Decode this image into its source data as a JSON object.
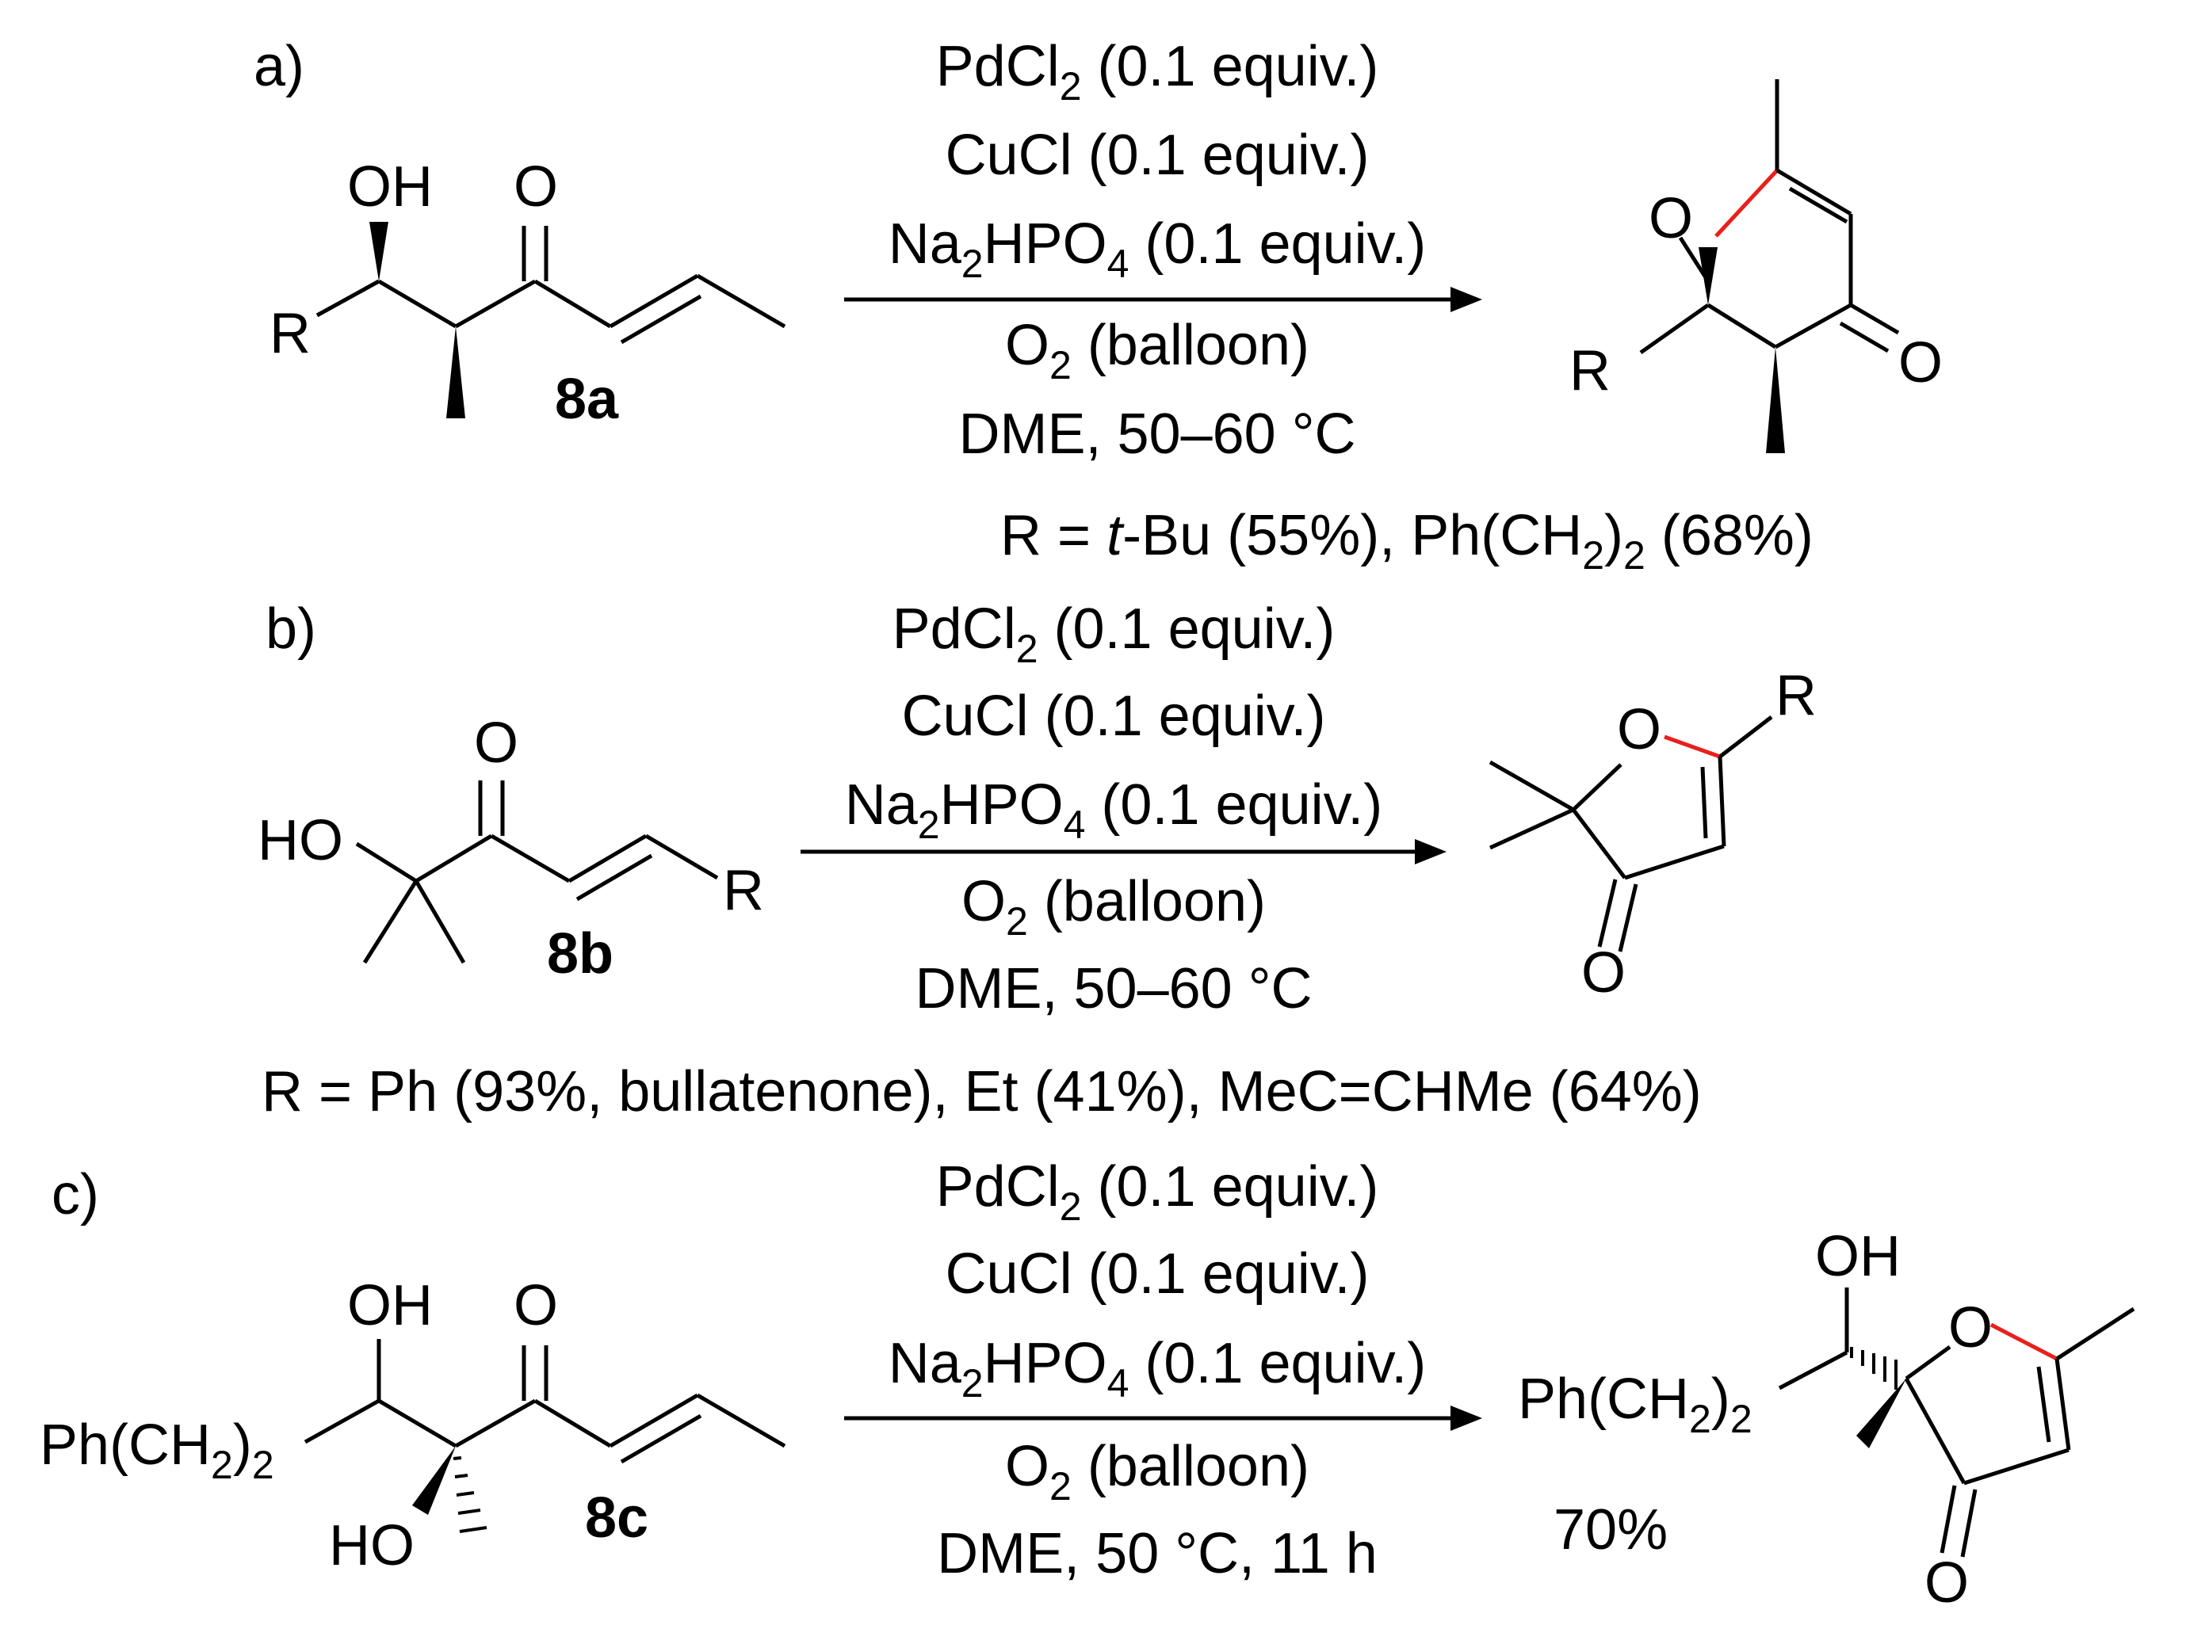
{
  "panels": [
    {
      "label": "a)",
      "compound": "8a",
      "conditions": [
        [
          "PdCl",
          "2",
          " (0.1 equiv.)"
        ],
        [
          "CuCl (0.1 equiv.)",
          "",
          ""
        ],
        [
          "Na",
          "2",
          "HPO",
          "4",
          " (0.1 equiv.)"
        ],
        [
          "O",
          "2",
          " (balloon)"
        ],
        [
          "DME, 50–60 °C",
          "",
          ""
        ]
      ],
      "result": "R = t-Bu (55%), Ph(CH2)2 (68%)"
    },
    {
      "label": "b)",
      "compound": "8b",
      "conditions": [
        [
          "PdCl",
          "2",
          " (0.1 equiv.)"
        ],
        [
          "CuCl (0.1 equiv.)",
          "",
          ""
        ],
        [
          "Na",
          "2",
          "HPO",
          "4",
          " (0.1 equiv.)"
        ],
        [
          "O",
          "2",
          " (balloon)"
        ],
        [
          "DME, 50–60 °C",
          "",
          ""
        ]
      ],
      "result": "R = Ph (93%, bullatenone), Et (41%), MeC=CHMe (64%)"
    },
    {
      "label": "c)",
      "compound": "8c",
      "conditions": [
        [
          "PdCl",
          "2",
          " (0.1 equiv.)"
        ],
        [
          "CuCl (0.1 equiv.)",
          "",
          ""
        ],
        [
          "Na",
          "2",
          "HPO",
          "4",
          " (0.1 equiv.)"
        ],
        [
          "O",
          "2",
          " (balloon)"
        ],
        [
          "DME, 50 °C, 11 h",
          "",
          ""
        ]
      ],
      "result": "70%"
    }
  ],
  "atoms": {
    "OH": "OH",
    "HO": "HO",
    "O": "O",
    "R": "R",
    "PhCH2": "Ph(CH",
    "PhCH2_sub": "2",
    "PhCH2_close": ")",
    "PhCH2_sub2": "2"
  },
  "result_a": {
    "prefix": "R = ",
    "italic": "t",
    "mid": "-Bu (55%), Ph(CH",
    "sub1": "2",
    "close": ")",
    "sub2": "2",
    "suffix": " (68%)"
  },
  "colors": {
    "bond": "#000000",
    "highlight_bond": "#e8201c"
  }
}
